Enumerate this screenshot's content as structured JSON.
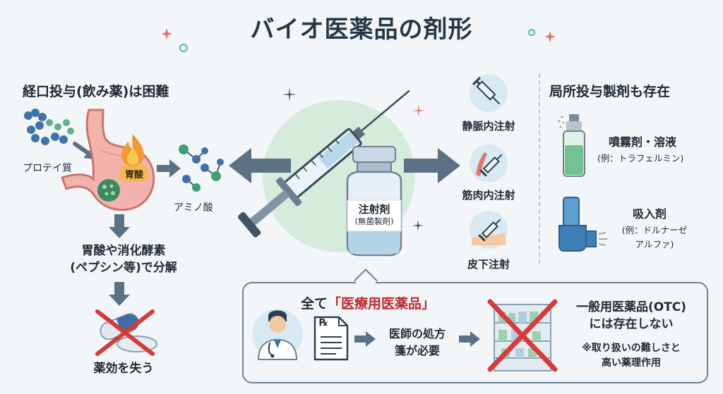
{
  "title": "バイオ医薬品の剤形",
  "oral": {
    "heading": "経口投与(飲み薬)は困難",
    "protein": "プロテイ質",
    "stomach_acid": "胃酸",
    "amino_acid": "アミノ酸",
    "decomposition_line1": "胃酸や消化酵素",
    "decomposition_line2": "(ペプシン等)で分解",
    "loss": "薬効を失う"
  },
  "center": {
    "vial_line1": "注射剤",
    "vial_line2": "(無菌製剤)"
  },
  "injections": {
    "iv": "静脈内注射",
    "im": "筋肉内注射",
    "sc": "皮下注射"
  },
  "local": {
    "heading": "局所投与製剤も存在",
    "spray_label": "噴霧剤・溶液",
    "spray_example": "(例：トラフェルミン)",
    "inhal_label": "吸入剤",
    "inhal_example_line1": "(例：ドルナーゼ",
    "inhal_example_line2": "アルファ)"
  },
  "callout": {
    "all_prefix": "全て",
    "all_highlight": "「医療用医薬品」",
    "rx_symbol": "℞",
    "prescription_line1": "医師の処方",
    "prescription_line2": "箋が必要",
    "otc_line1": "一般用医薬品(OTC)",
    "otc_line2": "には存在しない",
    "note_line1": "※取り扱いの難しさと",
    "note_line2": "高い薬理作用"
  },
  "colors": {
    "arrow": "#5b7285",
    "cross": "#d83a3a",
    "accent_red": "#c0272d",
    "stomach": "#f3b3ad",
    "glow": "#cfe9d8",
    "circle_bg": "#d8e9f2"
  },
  "icons": [
    "protein-chain-icon",
    "stomach-icon",
    "flame-icon",
    "amino-acid-icon",
    "pill-icon",
    "syringe-icon",
    "vial-icon",
    "spray-bottle-icon",
    "inhaler-icon",
    "doctor-icon",
    "prescription-icon",
    "pharmacy-shelf-icon",
    "sparkle-icon"
  ]
}
